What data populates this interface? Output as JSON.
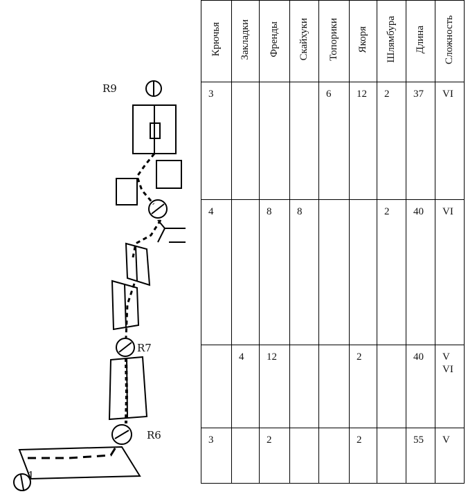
{
  "labels": {
    "r9": "R9",
    "r7": "R7",
    "r6": "R6",
    "r1": "1"
  },
  "columns": [
    "Крючья",
    "Закладки",
    "Френды",
    "Скайхуки",
    "Топорики",
    "Якоря",
    "Шлямбура",
    "Длина",
    "Сложность"
  ],
  "rows": [
    [
      "3",
      "",
      "",
      "",
      "6",
      "12",
      "2",
      "37",
      "VI"
    ],
    [
      "4",
      "",
      "8",
      "8",
      "",
      "",
      "2",
      "40",
      "VI"
    ],
    [
      "",
      "4",
      "12",
      "",
      "",
      "2",
      "",
      "40",
      "V\nVI"
    ],
    [
      "3",
      "",
      "2",
      "",
      "",
      "2",
      "",
      "55",
      "V"
    ]
  ]
}
